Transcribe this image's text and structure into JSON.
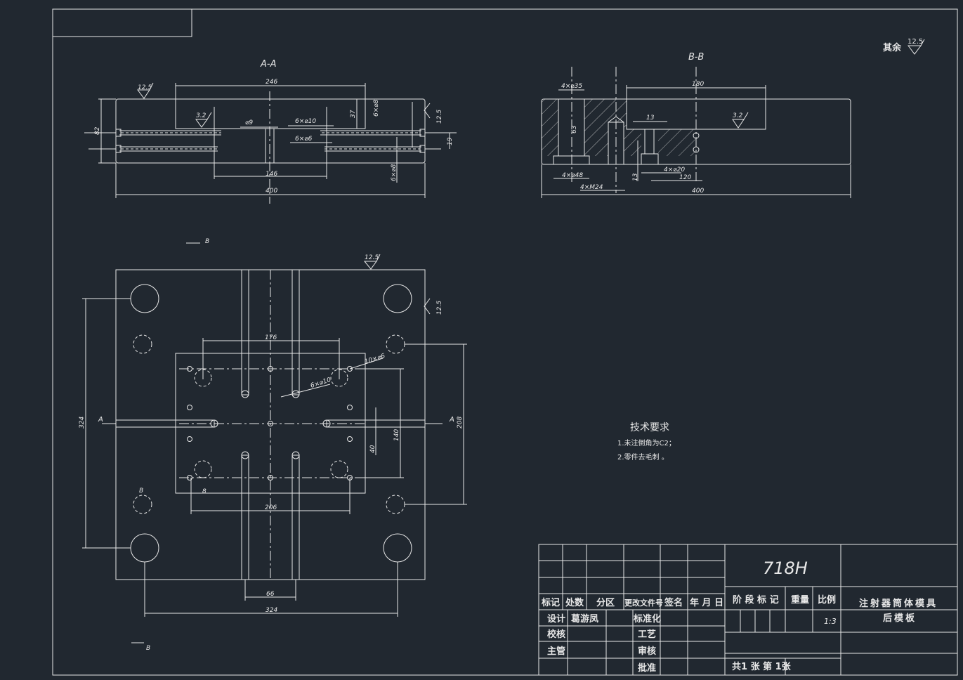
{
  "drawing": {
    "section_aa": {
      "title": "A-A",
      "dims": {
        "w246": "246",
        "d9": "⌀9",
        "d10": "6×⌀10",
        "d6": "6×⌀6",
        "h37": "37",
        "d8a": "6×⌀8",
        "d8b": "6×⌀8",
        "h82": "82",
        "h19": "19",
        "w146": "146",
        "w400": "400"
      },
      "rough": {
        "top": "12.5",
        "cavity": "3.2",
        "side": "12.5"
      }
    },
    "section_bb": {
      "title": "B-B",
      "dims": {
        "d35": "4×⌀35",
        "w180": "180",
        "w13": "13",
        "d48": "4×⌀48",
        "m24": "4×M24",
        "d20": "4×⌀20",
        "w120": "120",
        "h13": "13",
        "w400": "400",
        "h63": "63"
      },
      "rough": {
        "cavity": "3.2"
      }
    },
    "plan": {
      "section_marks": {
        "a": "A",
        "b": "B"
      },
      "dims": {
        "w176": "176",
        "d6": "10×⌀6",
        "d10": "6×⌀10",
        "h324": "324",
        "h208": "208",
        "h140": "140",
        "h40": "40",
        "w206": "206",
        "w66": "66",
        "w324": "324",
        "r8": "8"
      },
      "rough": {
        "top": "12.5",
        "side": "12.5"
      }
    },
    "other_roughness": {
      "label": "其余",
      "value": "12.5"
    },
    "tech_req": {
      "title": "技术要求",
      "items": [
        "1.未注倒角为C2；",
        "2.零件去毛刺 。"
      ]
    }
  },
  "title_block": {
    "material": "718H",
    "headers": [
      "标记",
      "处数",
      "分区",
      "更改文件号",
      "签名",
      "年 月 日"
    ],
    "design_label": "设计",
    "designer": "葛游凤",
    "standard_label": "标准化",
    "check_label": "校核",
    "process_label": "工艺",
    "manager_label": "主管",
    "review_label": "审核",
    "approve_label": "批准",
    "stage_label": "阶 段 标 记",
    "weight_label": "重量",
    "scale_label": "比例",
    "scale": "1:3",
    "name_line1": "注射器筒体模具",
    "name_line2": "后模板",
    "sheets": "共1 张 第 1张"
  }
}
